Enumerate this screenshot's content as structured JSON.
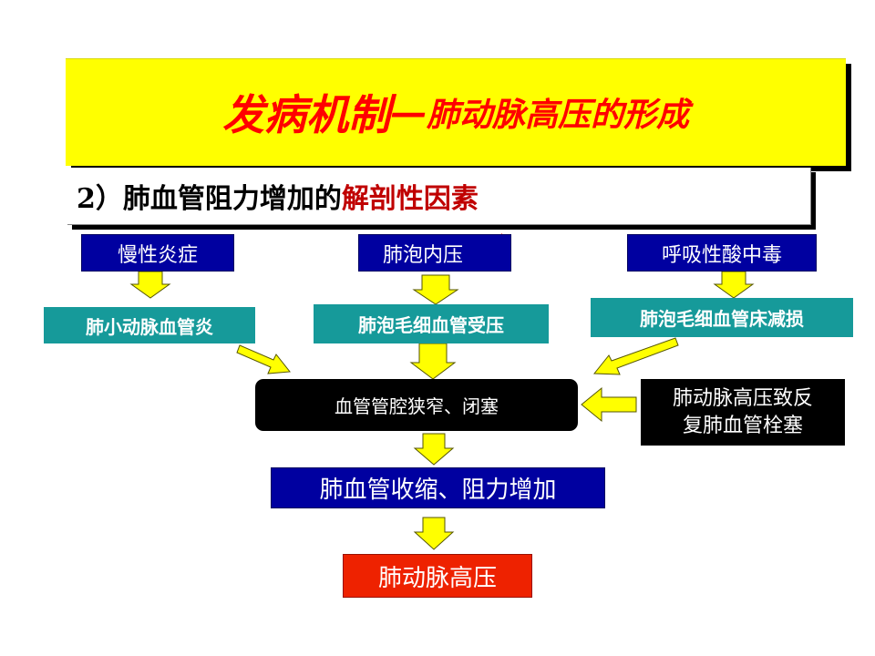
{
  "title": {
    "main": "发病机制",
    "dash": "—",
    "sub": "肺动脉高压的形成"
  },
  "subtitle": {
    "prefix": "2）肺血管阻力增加的",
    "highlight": "解剖性因素"
  },
  "top_row": {
    "left": "慢性炎症",
    "center": "肺泡内压",
    "right": "呼吸性酸中毒"
  },
  "middle_row": {
    "left": "肺小动脉血管炎",
    "center": "肺泡毛细血管受压",
    "right": "肺泡毛细血管床减损"
  },
  "narrowing": "血管管腔狭窄、闭塞",
  "embolism": {
    "line1": "肺动脉高压致反",
    "line2": "复肺血管栓塞"
  },
  "resistance": "肺血管收缩、阻力增加",
  "result": "肺动脉高压",
  "colors": {
    "banner": "#ffff00",
    "title": "#ff0000",
    "navy_box": "#0000a0",
    "teal_box": "#169a9a",
    "result_box": "#ee2200",
    "arrow_fill": "#ffff00",
    "up_arrow": "#ff0000"
  }
}
